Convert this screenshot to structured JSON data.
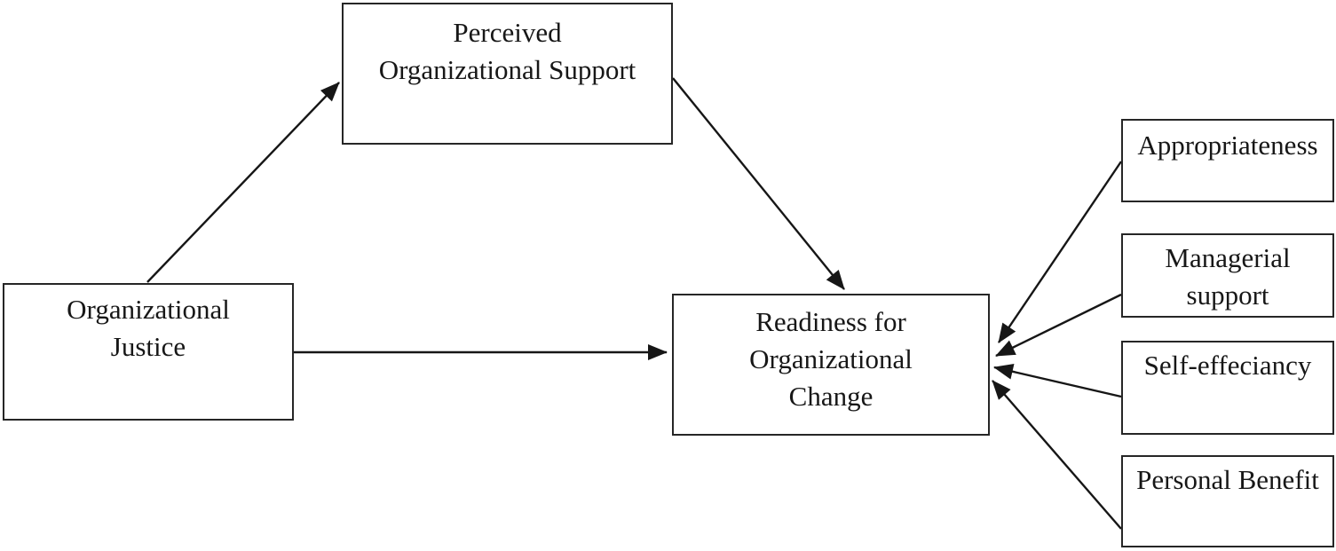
{
  "diagram": {
    "type": "conceptual-model",
    "background_color": "#ffffff",
    "box_border_color": "#262626",
    "line_color": "#161616",
    "text_color": "#171717",
    "nodes": [
      {
        "id": "organizational-justice",
        "label": "Organizational\nJustice"
      },
      {
        "id": "perceived-organizational-support",
        "label": "Perceived\nOrganizational Support"
      },
      {
        "id": "readiness-for-organizational-change",
        "label": "Readiness for\nOrganizational\nChange"
      },
      {
        "id": "appropriateness",
        "label": "Appropriateness"
      },
      {
        "id": "managerial-support",
        "label": "Managerial\nsupport"
      },
      {
        "id": "self-effeciancy",
        "label": "Self-effeciancy"
      },
      {
        "id": "personal-benefit",
        "label": "Personal Benefit"
      }
    ],
    "edges": [
      {
        "from": "organizational-justice",
        "to": "perceived-organizational-support",
        "arrow": "end"
      },
      {
        "from": "organizational-justice",
        "to": "readiness-for-organizational-change",
        "arrow": "end"
      },
      {
        "from": "perceived-organizational-support",
        "to": "readiness-for-organizational-change",
        "arrow": "end"
      },
      {
        "from": "appropriateness",
        "to": "readiness-for-organizational-change",
        "arrow": "end"
      },
      {
        "from": "managerial-support",
        "to": "readiness-for-organizational-change",
        "arrow": "end"
      },
      {
        "from": "self-effeciancy",
        "to": "readiness-for-organizational-change",
        "arrow": "end"
      },
      {
        "from": "personal-benefit",
        "to": "readiness-for-organizational-change",
        "arrow": "end"
      }
    ]
  }
}
